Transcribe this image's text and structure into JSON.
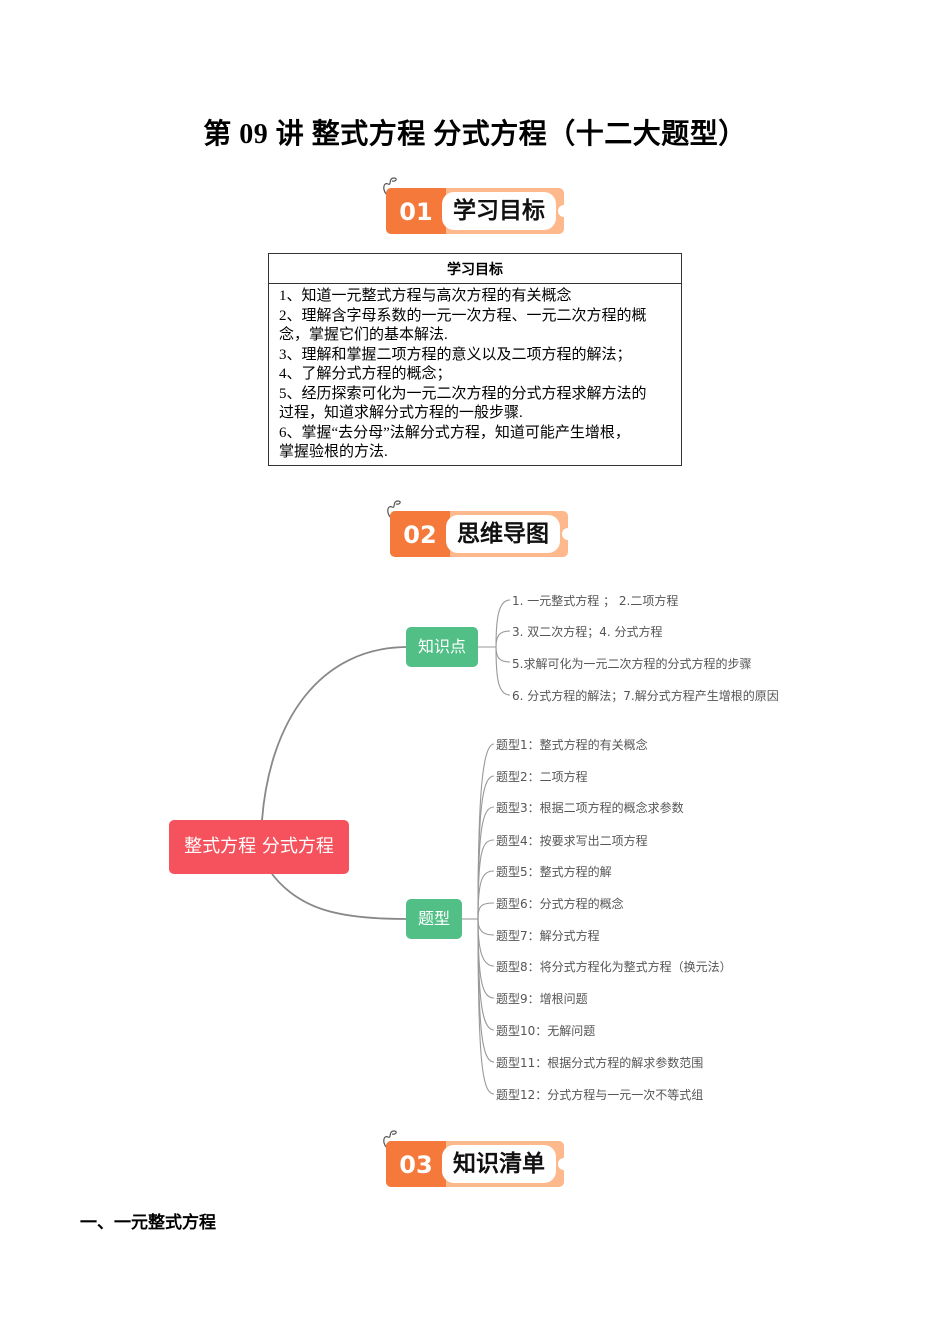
{
  "title": "第 09 讲  整式方程  分式方程（十二大题型）",
  "sections": [
    {
      "num": "01",
      "label": "学习目标"
    },
    {
      "num": "02",
      "label": "思维导图"
    },
    {
      "num": "03",
      "label": "知识清单"
    }
  ],
  "goals_table": {
    "header": "学习目标",
    "lines": [
      "1、知道一元整式方程与高次方程的有关概念",
      "2、理解含字母系数的一元一次方程、一元二次方程的概",
      "念，掌握它们的基本解法.",
      "3、理解和掌握二项方程的意义以及二项方程的解法；",
      "4、了解分式方程的概念；",
      "5、经历探索可化为一元二次方程的分式方程求解方法的",
      "过程，知道求解分式方程的一般步骤.",
      "6、掌握“去分母”法解分式方程，知道可能产生增根，",
      "掌握验根的方法."
    ]
  },
  "mindmap": {
    "root": "整式方程 分式方程",
    "branches": [
      {
        "label": "知识点",
        "children": [
          "1. 一元整式方程 ； 2.二项方程",
          "3. 双二次方程；4. 分式方程",
          "5.求解可化为一元二次方程的分式方程的步骤",
          "6. 分式方程的解法；7.解分式方程产生增根的原因"
        ]
      },
      {
        "label": "题型",
        "children": [
          "题型1：整式方程的有关概念",
          "题型2：二项方程",
          "题型3：根据二项方程的概念求参数",
          "题型4：按要求写出二项方程",
          "题型5：整式方程的解",
          "题型6：分式方程的概念",
          "题型7：解分式方程",
          "题型8：将分式方程化为整式方程（换元法）",
          "题型9：增根问题",
          "题型10：无解问题",
          "题型11：根据分式方程的解求参数范围",
          "题型12：分式方程与一元一次不等式组"
        ]
      }
    ],
    "colors": {
      "root": "#f5525d",
      "branch": "#52bf86",
      "line": "#888888"
    }
  },
  "section_heading": "一、一元整式方程",
  "colors": {
    "badge_dark": "#f5793b",
    "badge_light": "#fdb98c"
  }
}
